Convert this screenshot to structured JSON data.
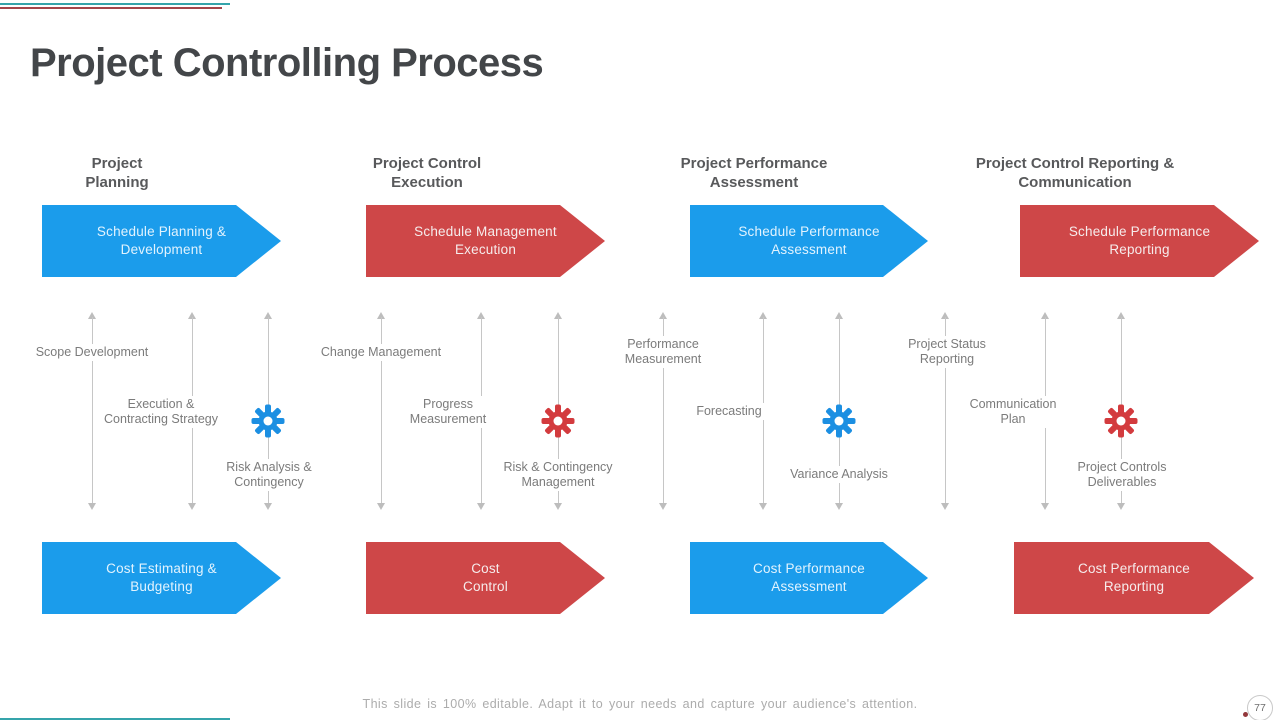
{
  "title": "Project Controlling Process",
  "footer": "This slide is 100% editable. Adapt it to your needs and capture your audience's attention.",
  "page_number": "77",
  "colors": {
    "banner_blue": "#1B9CEB",
    "banner_red": "#CE4748",
    "gear_blue": "#1C8FE2",
    "gear_red": "#D33B3E",
    "accent_teal": "#35A4AB",
    "accent_maroon": "#A4464B",
    "title_text": "#434649",
    "header_text": "#58595B",
    "factor_text": "#7B7B7B",
    "arrow_gray": "#BDBDBD"
  },
  "icons": {
    "gear": "⚙"
  },
  "columns": [
    {
      "header": "Project\nPlanning",
      "top_banner": {
        "label": "Schedule Planning &\nDevelopment",
        "color": "blue"
      },
      "factors": [
        "Scope Development",
        "Execution &\nContracting Strategy",
        "Risk Analysis &\nContingency"
      ],
      "gear_color": "blue",
      "bottom_banner": {
        "label": "Cost Estimating &\nBudgeting",
        "color": "blue"
      }
    },
    {
      "header": "Project Control\nExecution",
      "top_banner": {
        "label": "Schedule Management\nExecution",
        "color": "red"
      },
      "factors": [
        "Change Management",
        "Progress\nMeasurement",
        "Risk & Contingency\nManagement"
      ],
      "gear_color": "red",
      "bottom_banner": {
        "label": "Cost\nControl",
        "color": "red"
      }
    },
    {
      "header": "Project Performance\nAssessment",
      "top_banner": {
        "label": "Schedule Performance\nAssessment",
        "color": "blue"
      },
      "factors": [
        "Performance\nMeasurement",
        "Forecasting",
        "Variance Analysis"
      ],
      "gear_color": "blue",
      "bottom_banner": {
        "label": "Cost Performance\nAssessment",
        "color": "blue"
      }
    },
    {
      "header": "Project Control Reporting &\nCommunication",
      "top_banner": {
        "label": "Schedule Performance\nReporting",
        "color": "red"
      },
      "factors": [
        "Project Status\nReporting",
        "Communication\nPlan",
        "Project Controls\nDeliverables"
      ],
      "gear_color": "red",
      "bottom_banner": {
        "label": "Cost Performance\nReporting",
        "color": "red"
      }
    }
  ]
}
